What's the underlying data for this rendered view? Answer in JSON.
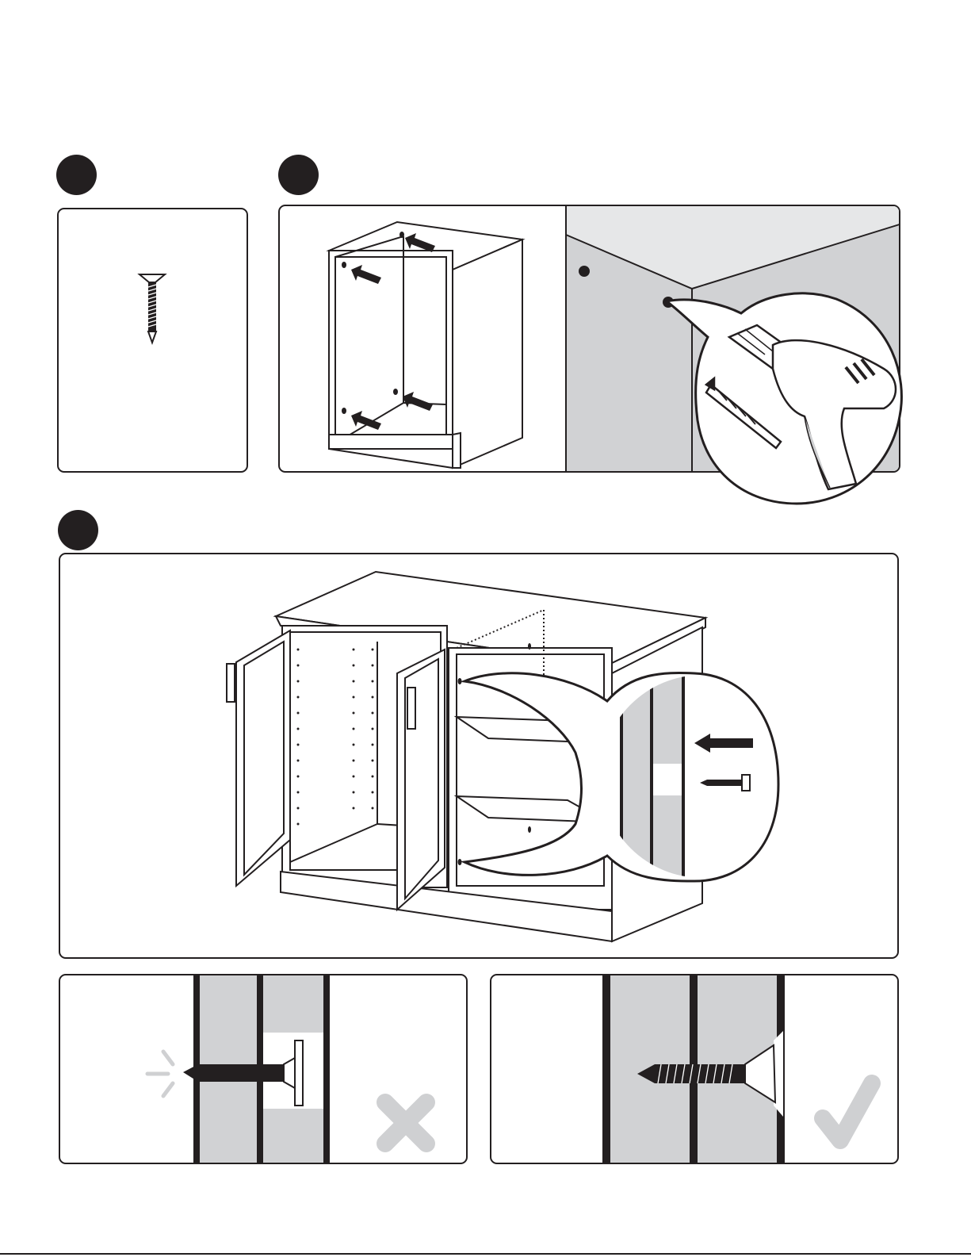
{
  "page": {
    "kind": "wordless assembly instruction sheet",
    "colors": {
      "ink": "#231f20",
      "wall": "#d1d2d4",
      "ceiling": "#e6e7e8",
      "mark": "#cfd0d2"
    }
  },
  "steps": [
    {
      "panels": [
        "screw-part"
      ]
    },
    {
      "panels": [
        "cabinet-holes",
        "wall-drilling"
      ]
    },
    {
      "panels": [
        "cabinet-joining"
      ]
    },
    {
      "panels": [
        "screw-too-long",
        "screw-correct-length"
      ]
    }
  ],
  "icons": {
    "screw": "screw-icon",
    "arrow": "arrow-icon",
    "drill": "drill-icon",
    "incorrect": "cross-mark-icon",
    "correct": "check-mark-icon"
  }
}
